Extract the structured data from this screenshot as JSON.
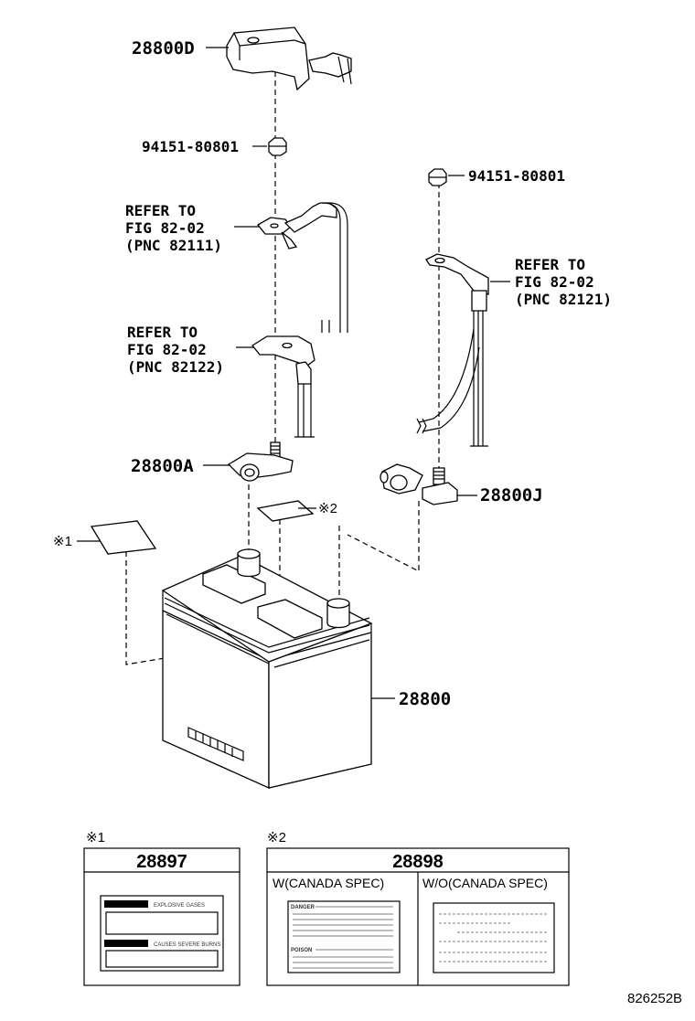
{
  "diagram": {
    "callouts": {
      "cover_top": "28800D",
      "nut_left": "94151-80801",
      "nut_right": "94151-80801",
      "ref1": {
        "line1": "REFER TO",
        "line2": "FIG 82-02",
        "line3": "(PNC 82111)"
      },
      "ref2": {
        "line1": "REFER TO",
        "line2": "FIG 82-02",
        "line3": "(PNC 82122)"
      },
      "ref3": {
        "line1": "REFER TO",
        "line2": "FIG 82-02",
        "line3": "(PNC 82121)"
      },
      "clamp_left": "28800A",
      "clamp_right": "28800J",
      "battery": "28800",
      "label_mark1": "※1",
      "label_mark2": "※2"
    },
    "legend_boxes": {
      "box1": {
        "mark": "※1",
        "part_no": "28897",
        "card_line1": "EXPLOSIVE GASES",
        "card_line2": "CAUSES SEVERE BURNS"
      },
      "box2": {
        "mark": "※2",
        "part_no": "28898",
        "col_left": "W(CANADA SPEC)",
        "col_right": "W/O(CANADA SPEC)",
        "card_left_line1": "DANGER",
        "card_left_line2": "POISON"
      }
    },
    "drawing_number": "826252B"
  }
}
